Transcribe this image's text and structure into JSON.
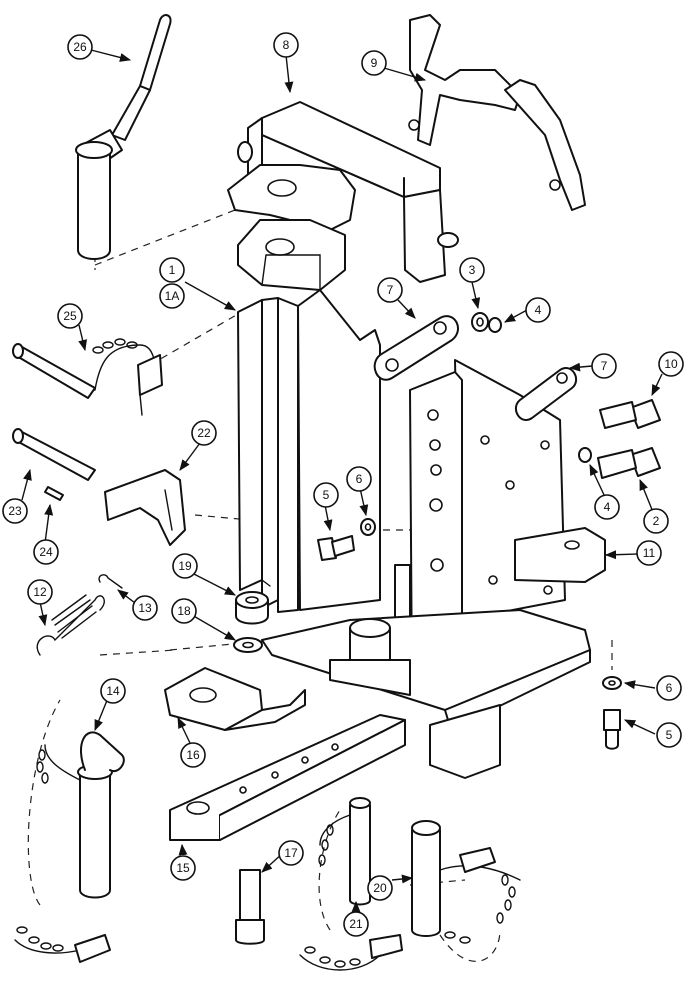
{
  "callouts": {
    "c1": "1",
    "c1a": "1A",
    "c2": "2",
    "c3": "3",
    "c4a": "4",
    "c4b": "4",
    "c5a": "5",
    "c5b": "5",
    "c6a": "6",
    "c6b": "6",
    "c7a": "7",
    "c7b": "7",
    "c8": "8",
    "c9": "9",
    "c10": "10",
    "c11": "11",
    "c12": "12",
    "c13": "13",
    "c14": "14",
    "c15": "15",
    "c16": "16",
    "c17": "17",
    "c18": "18",
    "c19": "19",
    "c20": "20",
    "c21": "21",
    "c22": "22",
    "c23": "23",
    "c24": "24",
    "c25": "25",
    "c26": "26"
  }
}
